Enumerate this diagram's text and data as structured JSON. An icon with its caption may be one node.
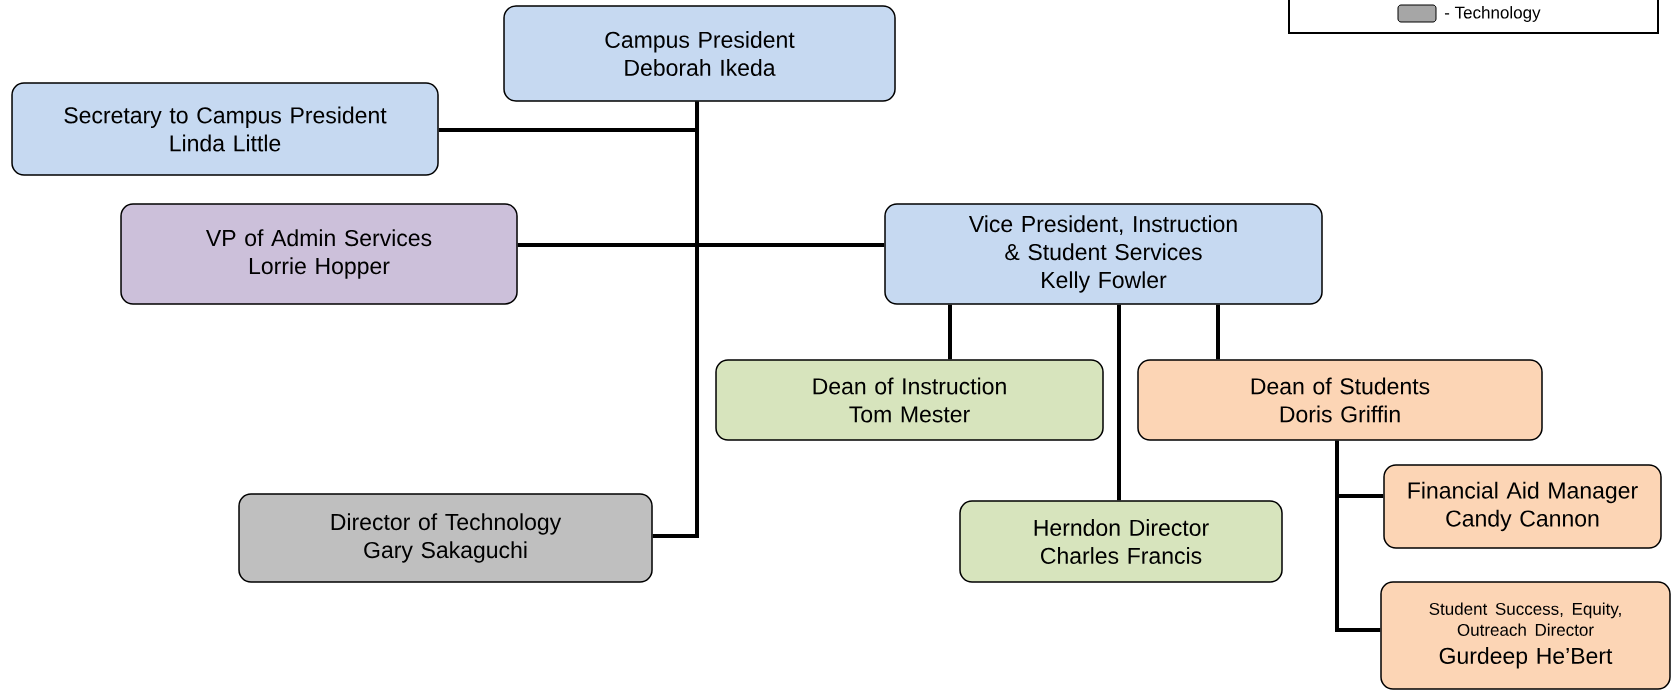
{
  "diagram": {
    "nodes": [
      {
        "text": [
          "Campus President",
          "Deborah Ikeda"
        ]
      },
      {
        "text": [
          "Secretary to Campus President",
          "Linda Little"
        ]
      },
      {
        "text": [
          "VP of Admin Services",
          "Lorrie Hopper"
        ]
      },
      {
        "text": [
          "Vice President, Instruction & Student Services",
          "Kelly Fowler"
        ]
      },
      {
        "text": [
          "Dean of Instruction",
          "Tom Mester"
        ]
      },
      {
        "text": [
          "Dean of Students",
          "Doris Griffin"
        ]
      },
      {
        "text": [
          "Director of Technology",
          "Gary Sakaguchi"
        ]
      },
      {
        "text": [
          "Herndon Director",
          "Charles Francis"
        ]
      },
      {
        "text": [
          "Financial Aid Manager",
          "Candy Cannon"
        ]
      },
      {
        "text": [
          "Student Success, Equity, Outreach Director",
          "Gurdeep He’Bert"
        ]
      }
    ],
    "edges": [
      {
        "from": 0,
        "to": 1,
        "arrow": "none"
      },
      {
        "from": 0,
        "to": 2,
        "arrow": "none"
      },
      {
        "from": 0,
        "to": 3,
        "arrow": "none"
      },
      {
        "from": 0,
        "to": 6,
        "arrow": "none"
      },
      {
        "from": 3,
        "to": 4,
        "arrow": "none"
      },
      {
        "from": 3,
        "to": 7,
        "arrow": "none"
      },
      {
        "from": 3,
        "to": 5,
        "arrow": "none"
      },
      {
        "from": 5,
        "to": 8,
        "arrow": "none"
      },
      {
        "from": 5,
        "to": 9,
        "arrow": "none"
      }
    ],
    "legend": [
      {
        "text": "- Technology",
        "color": "#a6a6a6"
      }
    ]
  }
}
